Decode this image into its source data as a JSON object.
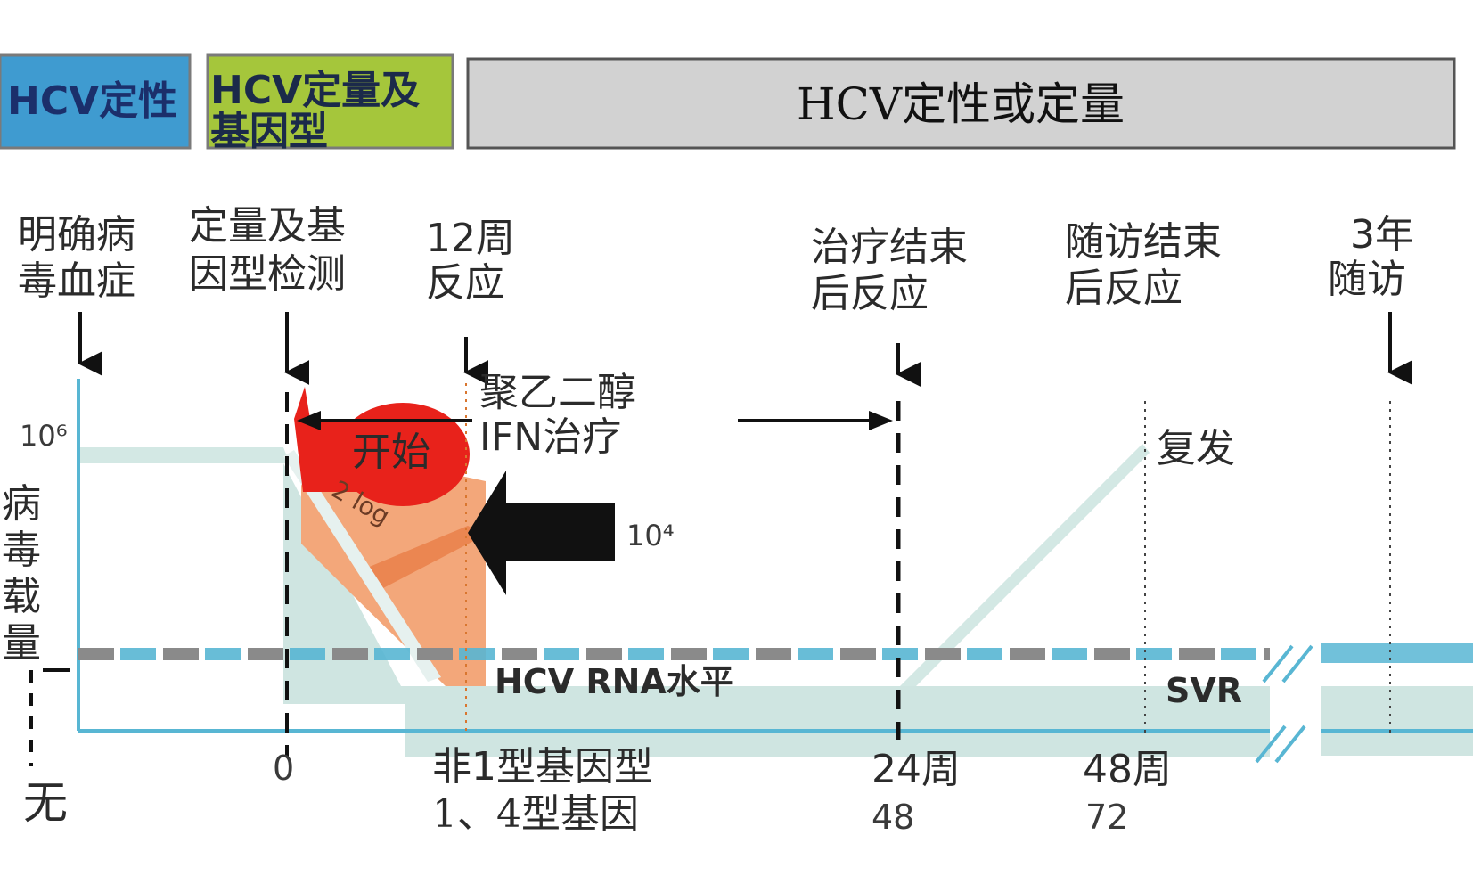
{
  "header": {
    "box1": "HCV定性",
    "box2_line1": "HCV定量及",
    "box2_line2": "基因型",
    "box3": "HCV定性或定量"
  },
  "milestones": {
    "m1_line1": "明确病",
    "m1_line2": "毒血症",
    "m2_line1": "定量及基",
    "m2_line2": "因型检测",
    "m3_line1": "12周",
    "m3_line2": "反应",
    "m4_line1": "治疗结束",
    "m4_line2": "后反应",
    "m5_line1": "随访结束",
    "m5_line2": "后反应",
    "m6_line1": "3年",
    "m6_line2": "随访"
  },
  "yaxis": {
    "label": [
      "病",
      "毒",
      "载",
      "量"
    ],
    "tick_top": "10⁶",
    "tick_none": "无"
  },
  "annotations": {
    "treatment_line1": "聚乙二醇",
    "treatment_line2": "IFN治疗",
    "start": "开始",
    "log_drop": "2 log",
    "value_104": "10⁴",
    "relapse": "复发",
    "hcv_rna_level": "HCV RNA水平",
    "svr": "SVR"
  },
  "xaxis": {
    "week0": "0",
    "row1_label": "非1型基因型",
    "row2_label": "1、4型基因",
    "w24": "24周",
    "w48_row2": "48",
    "w48": "48周",
    "w72": "72"
  },
  "colors": {
    "box1": "#3f9bd0",
    "box2": "#a5c63b",
    "box3": "#d2d2d2",
    "teal_band": "#cfe5e1",
    "axis_blue": "#58b6d3",
    "dash_grey": "#8a8a8a",
    "red": "#e8221b",
    "orange": "#f3a77a",
    "dark_orange": "#eb8651"
  }
}
